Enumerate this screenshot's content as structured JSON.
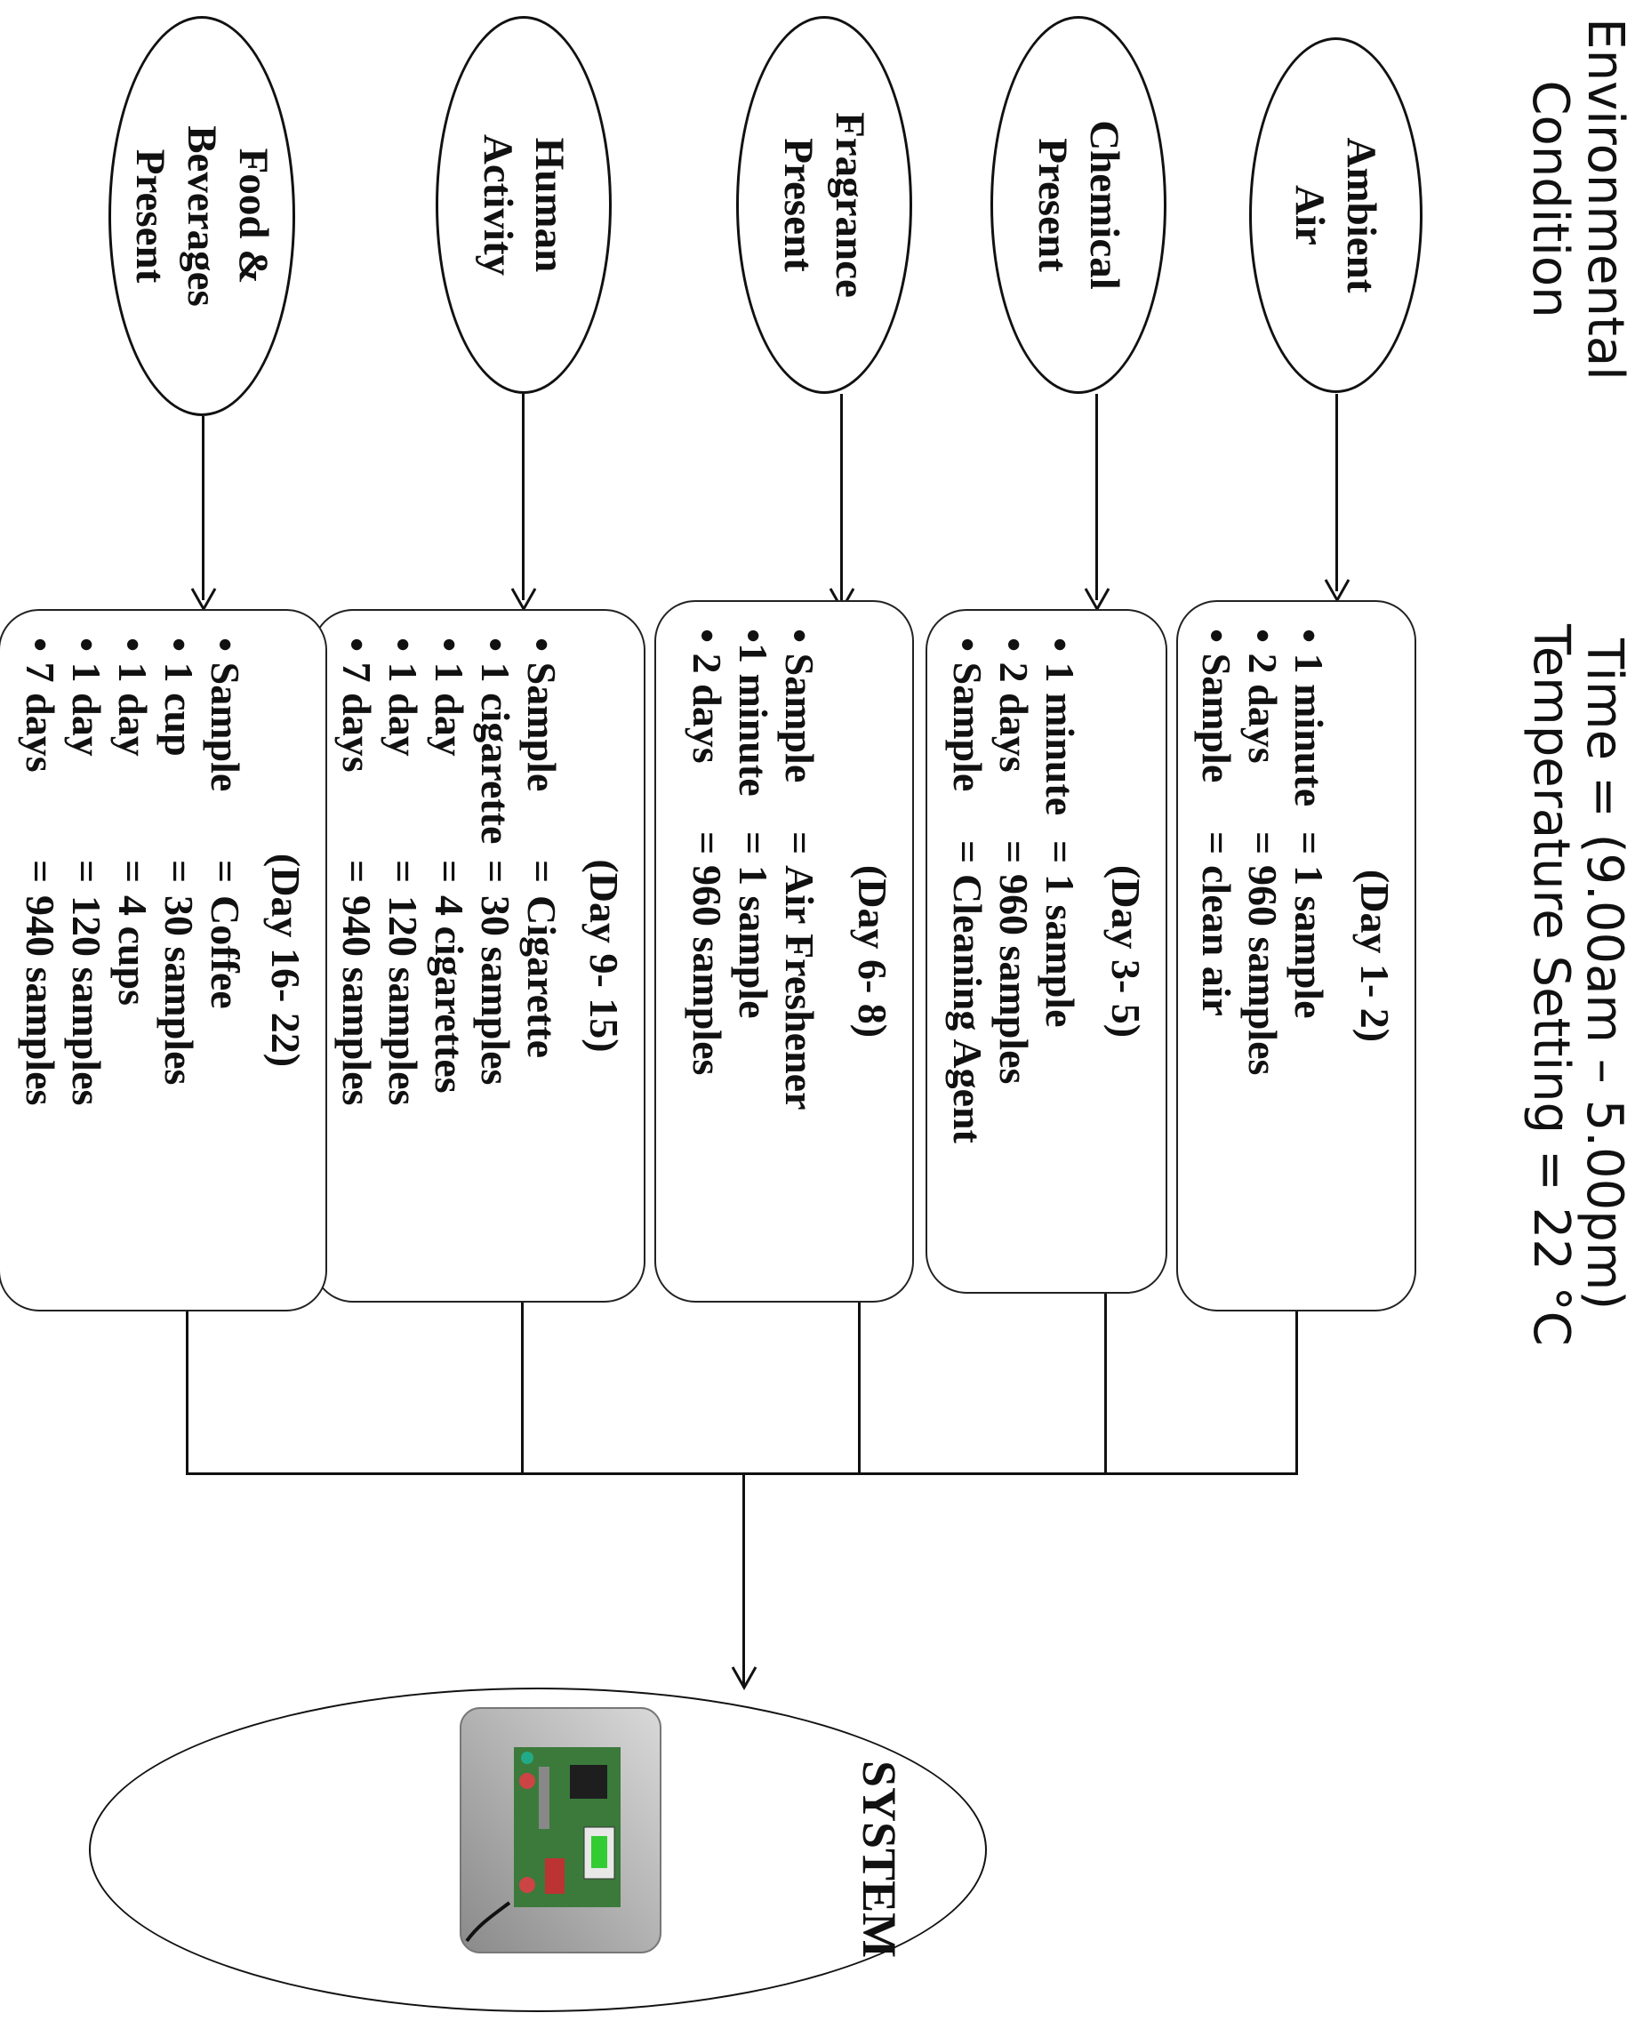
{
  "header": {
    "environmental_condition": "Environmental\nCondition",
    "time": "Time = (9.00am – 5.00pm)",
    "temperature": "Temperature Setting = 22 °C"
  },
  "conditions": [
    {
      "label": "Ambient\nAir",
      "day": "(Day 1- 2)",
      "items": [
        {
          "a": "• 1 minute",
          "b": "=",
          "c": "1 sample"
        },
        {
          "a": "• 2 days",
          "b": "=",
          "c": "960 samples"
        },
        {
          "a": "• Sample",
          "b": "=",
          "c": "clean air"
        }
      ]
    },
    {
      "label": "Chemical\nPresent",
      "day": "(Day 3- 5)",
      "items": [
        {
          "a": "• 1 minute",
          "b": "=",
          "c": "1 sample"
        },
        {
          "a": "• 2 days",
          "b": "=",
          "c": "960 samples"
        },
        {
          "a": "• Sample",
          "b": "=",
          "c": "Cleaning Agent"
        }
      ]
    },
    {
      "label": "Fragrance\nPresent",
      "day": "(Day 6- 8)",
      "items": [
        {
          "a": "• Sample",
          "b": "=",
          "c": "Air Freshener"
        },
        {
          "a": "•1 minute",
          "b": "=",
          "c": "1 sample"
        },
        {
          "a": "• 2 days",
          "b": "=",
          "c": "960 samples"
        }
      ]
    },
    {
      "label": "Human\nActivity",
      "day": "(Day 9- 15)",
      "items": [
        {
          "a": "• Sample",
          "b": "=",
          "c": "Cigarette"
        },
        {
          "a": "• 1 cigarette",
          "b": "=",
          "c": "30 samples"
        },
        {
          "a": "• 1 day",
          "b": "=",
          "c": "4 cigarettes"
        },
        {
          "a": "• 1 day",
          "b": "=",
          "c": "120 samples"
        },
        {
          "a": "• 7 days",
          "b": "=",
          "c": "940 samples"
        }
      ]
    },
    {
      "label": "Food &\nBeverages\nPresent",
      "day": "(Day 16- 22)",
      "items": [
        {
          "a": "• Sample",
          "b": "=",
          "c": "Coffee"
        },
        {
          "a": "• 1 cup",
          "b": "=",
          "c": "30 samples"
        },
        {
          "a": "• 1 day",
          "b": "=",
          "c": "4 cups"
        },
        {
          "a": "• 1 day",
          "b": "=",
          "c": "120 samples"
        },
        {
          "a": "• 7 days",
          "b": "=",
          "c": "940 samples"
        }
      ]
    }
  ],
  "system": {
    "label": "SYSTEM",
    "device_picture": "sensor-circuit-board"
  }
}
